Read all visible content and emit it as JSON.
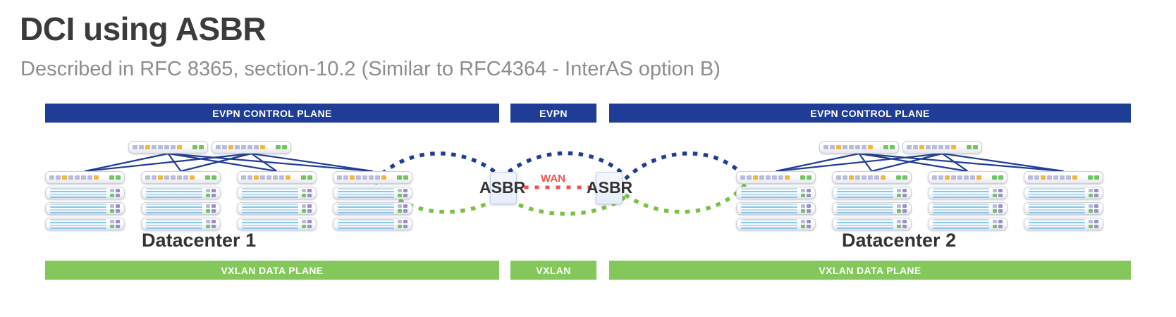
{
  "header": {
    "title": "DCI using ASBR",
    "subtitle": "Described in RFC 8365, section-10.2 (Similar to RFC4364 - InterAS option B)"
  },
  "banners": {
    "control_plane_left": "EVPN CONTROL PLANE",
    "control_plane_mid": "EVPN",
    "control_plane_right": "EVPN CONTROL PLANE",
    "data_plane_left": "VXLAN DATA PLANE",
    "data_plane_mid": "VXLAN",
    "data_plane_right": "VXLAN DATA PLANE"
  },
  "datacenters": [
    {
      "label": "Datacenter 1",
      "spines": 2,
      "racks": 4,
      "servers_per_rack": 3
    },
    {
      "label": "Datacenter 2",
      "spines": 2,
      "racks": 4,
      "servers_per_rack": 3
    }
  ],
  "asbr": {
    "left_label": "ASBR",
    "right_label": "ASBR",
    "wan_label": "WAN"
  },
  "colors": {
    "control_plane_blue": "#1f3c96",
    "data_plane_green": "#84c75b",
    "wan_red": "#ef5350",
    "fabric_link": "#1f3c96",
    "title_gray": "#3b3b3b",
    "subtitle_gray": "#8d8d8d"
  },
  "legend_paths": {
    "evpn_overlay": "dark-blue dotted arcs spanning both datacenters through the ASBR pair",
    "vxlan_underlay": "green dotted arcs spanning both datacenters through the ASBR pair",
    "wan_link": "red dotted link between the two ASBR routers"
  }
}
